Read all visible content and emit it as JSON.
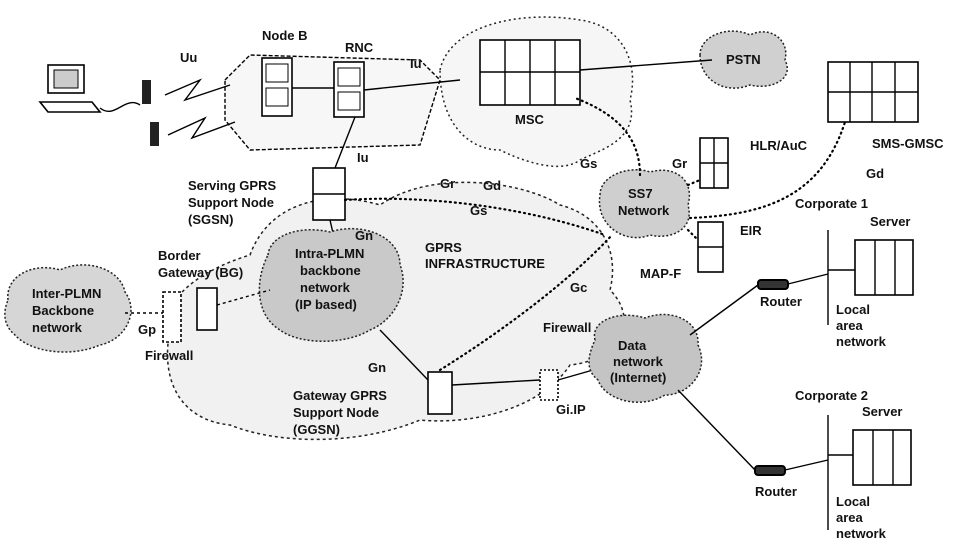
{
  "labels": {
    "uu": "Uu",
    "node_b": "Node B",
    "rnc": "RNC",
    "iu_top": "Iu",
    "msc": "MSC",
    "pstn": "PSTN",
    "hlr_auc": "HLR/AuC",
    "sms_gmsc": "SMS-GMSC",
    "gs_left": "Gs",
    "gr_right": "Gr",
    "gd_right": "Gd",
    "iu_mid": "Iu",
    "sgsn_line1": "Serving GPRS",
    "sgsn_line2": "Support Node",
    "sgsn_line3": "(SGSN)",
    "gr_mid": "Gr",
    "gd_mid": "Gd",
    "gs_mid": "Gs",
    "ss7_line1": "SS7",
    "ss7_line2": "Network",
    "eir": "EIR",
    "map_f": "MAP-F",
    "gn_top": "Gn",
    "gprs_line1": "GPRS",
    "gprs_line2": "INFRASTRUCTURE",
    "gc": "Gc",
    "corporate1": "Corporate 1",
    "server1": "Server",
    "router1": "Router",
    "lan1_line1": "Local",
    "lan1_line2": "area",
    "lan1_line3": "network",
    "border_line1": "Border",
    "border_line2": "Gateway (BG)",
    "intra_line1": "Intra-PLMN",
    "intra_line2": "backbone",
    "intra_line3": "network",
    "intra_line4": "(IP based)",
    "inter_line1": "Inter-PLMN",
    "inter_line2": "Backbone",
    "inter_line3": "network",
    "gp": "Gp",
    "firewall_left": "Firewall",
    "firewall_right": "Firewall",
    "pdn_line1": "Data",
    "pdn_line2": "network",
    "pdn_line3": "(Internet)",
    "gn_bottom": "Gn",
    "gi_ip": "Gi.IP",
    "ggsn_line1": "Gateway GPRS",
    "ggsn_line2": "Support Node",
    "ggsn_line3": "(GGSN)",
    "corporate2": "Corporate 2",
    "server2": "Server",
    "router2": "Router",
    "lan2_line1": "Local",
    "lan2_line2": "area",
    "lan2_line3": "network"
  }
}
